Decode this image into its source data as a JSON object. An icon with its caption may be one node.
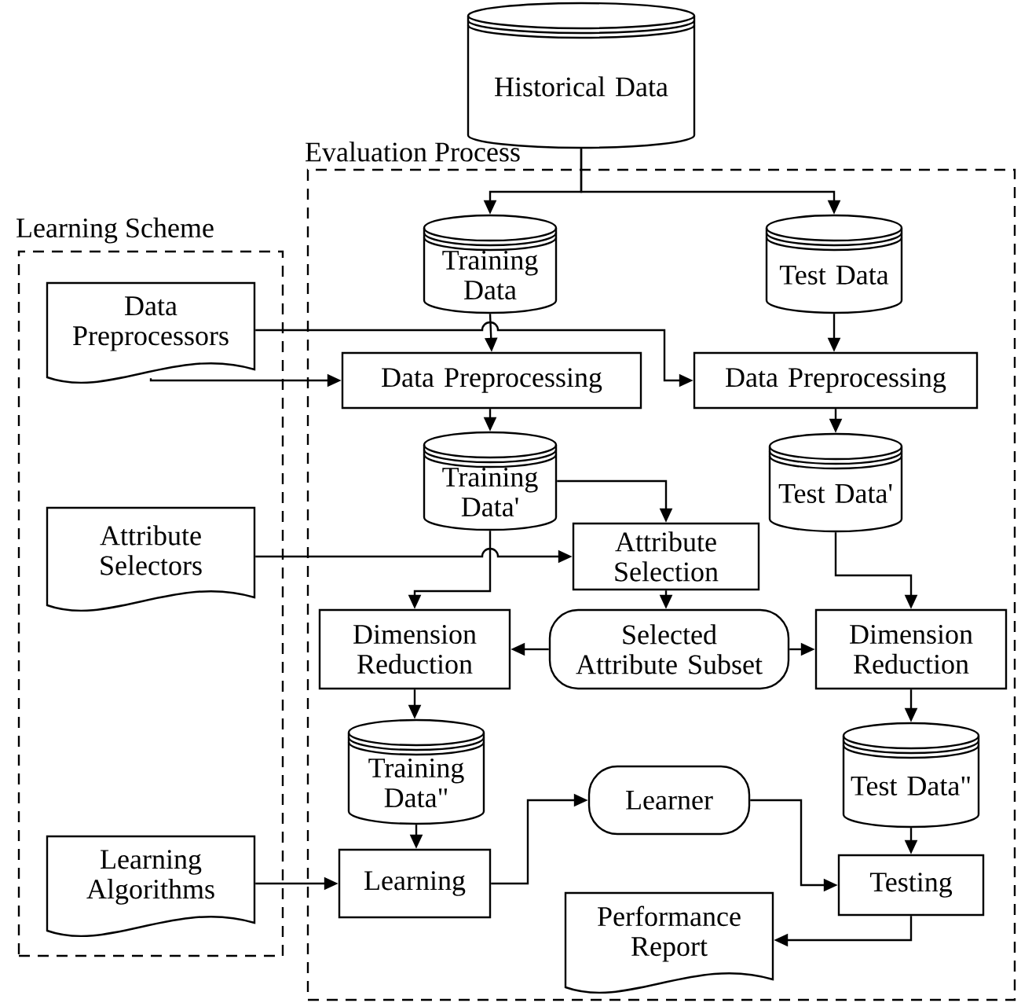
{
  "diagram": {
    "nodes": [
      {
        "text": [
          "Historical Data"
        ]
      },
      {
        "text": [
          "Evaluation Process"
        ]
      },
      {
        "text": [
          "Learning Scheme"
        ]
      },
      {
        "text": [
          "Training Data"
        ],
        "in": 1
      },
      {
        "text": [
          "Test Data"
        ],
        "in": 1
      },
      {
        "text": [
          "Data Preprocessors"
        ],
        "in": 2
      },
      {
        "text": [
          "Data Preprocessing"
        ],
        "in": 1
      },
      {
        "text": [
          "Data Preprocessing"
        ],
        "in": 1
      },
      {
        "text": [
          "Training Data'"
        ],
        "in": 1
      },
      {
        "text": [
          "Test Data'"
        ],
        "in": 1
      },
      {
        "text": [
          "Attribute Selectors"
        ],
        "in": 2
      },
      {
        "text": [
          "Attribute Selection"
        ],
        "in": 1
      },
      {
        "text": [
          "Dimension Reduction"
        ],
        "in": 1
      },
      {
        "text": [
          "Selected Attribute Subset"
        ],
        "in": 1
      },
      {
        "text": [
          "Dimension Reduction"
        ],
        "in": 1
      },
      {
        "text": [
          "Training Data\""
        ],
        "in": 1
      },
      {
        "text": [
          "Test Data\""
        ],
        "in": 1
      },
      {
        "text": [
          "Learning Algorithms"
        ],
        "in": 2
      },
      {
        "text": [
          "Learner"
        ],
        "in": 1
      },
      {
        "text": [
          "Learning"
        ],
        "in": 1
      },
      {
        "text": [
          "Testing"
        ],
        "in": 1
      },
      {
        "text": [
          "Performance Report"
        ],
        "in": 1
      }
    ],
    "edges": [
      {
        "from": 0,
        "to": 3,
        "arrow": "to"
      },
      {
        "from": 0,
        "to": 4,
        "arrow": "to"
      },
      {
        "from": 3,
        "to": 6,
        "arrow": "to"
      },
      {
        "from": 5,
        "to": 6,
        "arrow": "to"
      },
      {
        "from": 5,
        "to": 7,
        "arrow": "to"
      },
      {
        "from": 4,
        "to": 7,
        "arrow": "to"
      },
      {
        "from": 6,
        "to": 8,
        "arrow": "to"
      },
      {
        "from": 7,
        "to": 9,
        "arrow": "to"
      },
      {
        "from": 8,
        "to": 11,
        "arrow": "to"
      },
      {
        "from": 10,
        "to": 11,
        "arrow": "to"
      },
      {
        "from": 8,
        "to": 12,
        "arrow": "to"
      },
      {
        "from": 11,
        "to": 13,
        "arrow": "to"
      },
      {
        "from": 13,
        "to": 12,
        "arrow": "to"
      },
      {
        "from": 13,
        "to": 14,
        "arrow": "to"
      },
      {
        "from": 9,
        "to": 14,
        "arrow": "to"
      },
      {
        "from": 12,
        "to": 15,
        "arrow": "to"
      },
      {
        "from": 14,
        "to": 16,
        "arrow": "to"
      },
      {
        "from": 15,
        "to": 19,
        "arrow": "to"
      },
      {
        "from": 16,
        "to": 20,
        "arrow": "to"
      },
      {
        "from": 17,
        "to": 19,
        "arrow": "to"
      },
      {
        "from": 19,
        "to": 18,
        "arrow": "to"
      },
      {
        "from": 18,
        "to": 20,
        "arrow": "to"
      },
      {
        "from": 20,
        "to": 21,
        "arrow": "to"
      }
    ]
  }
}
